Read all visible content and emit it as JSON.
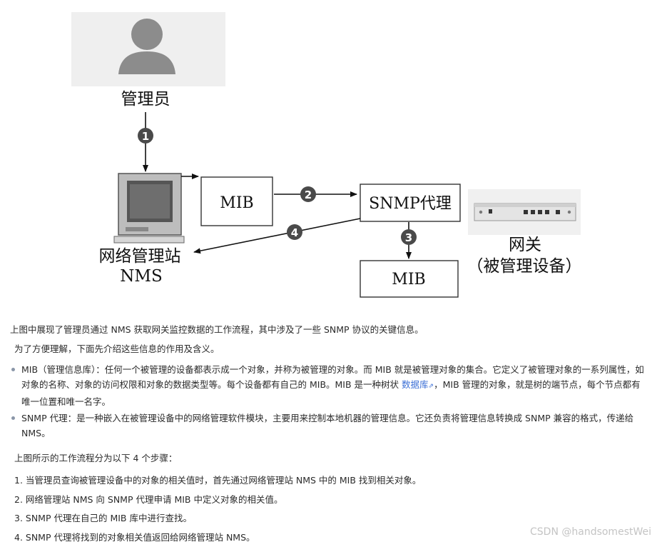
{
  "diagram": {
    "admin_label": "管理员",
    "nms_label_line1": "网络管理站",
    "nms_label_line2": "NMS",
    "mib_left": "MIB",
    "snmp_agent": "SNMP代理",
    "mib_bottom": "MIB",
    "gateway_line1": "网关",
    "gateway_line2": "（被管理设备）",
    "step_markers": [
      "1",
      "2",
      "3",
      "4"
    ]
  },
  "intro": {
    "line1": "上图中展现了管理员通过 NMS 获取网关监控数据的工作流程，其中涉及了一些 SNMP 协议的关键信息。",
    "line2": "为了方便理解，下面先介绍这些信息的作用及含义。"
  },
  "bullets": {
    "mib_part1": "MIB（管理信息库）：任何一个被管理的设备都表示成一个对象，并称为被管理的对象。而 MIB 就是被管理对象的集合。它定义了被管理对象的一系列属性，如对象的名称、对象的访问权限和对象的数据类型等。每个设备都有自己的 MIB。MIB 是一种树状 ",
    "mib_link": "数据库",
    "mib_part2": "，MIB 管理的对象，就是树的端节点，每个节点都有唯一位置和唯一名字。",
    "snmp": "SNMP 代理：是一种嵌入在被管理设备中的网络管理软件模块，主要用来控制本地机器的管理信息。它还负责将管理信息转换成 SNMP 兼容的格式，传递给 NMS。"
  },
  "workflow": {
    "intro": "上图所示的工作流程分为以下 4 个步骤：",
    "steps": [
      "1. 当管理员查询被管理设备中的对象的相关值时，首先通过网络管理站 NMS 中的 MIB 找到相关对象。",
      "2. 网络管理站 NMS 向 SNMP 代理申请 MIB 中定义对象的相关值。",
      "3. SNMP 代理在自己的 MIB 库中进行查找。",
      "4. SNMP 代理将找到的对象相关值返回给网络管理站 NMS。"
    ]
  },
  "watermark": "CSDN @handsomestWei"
}
